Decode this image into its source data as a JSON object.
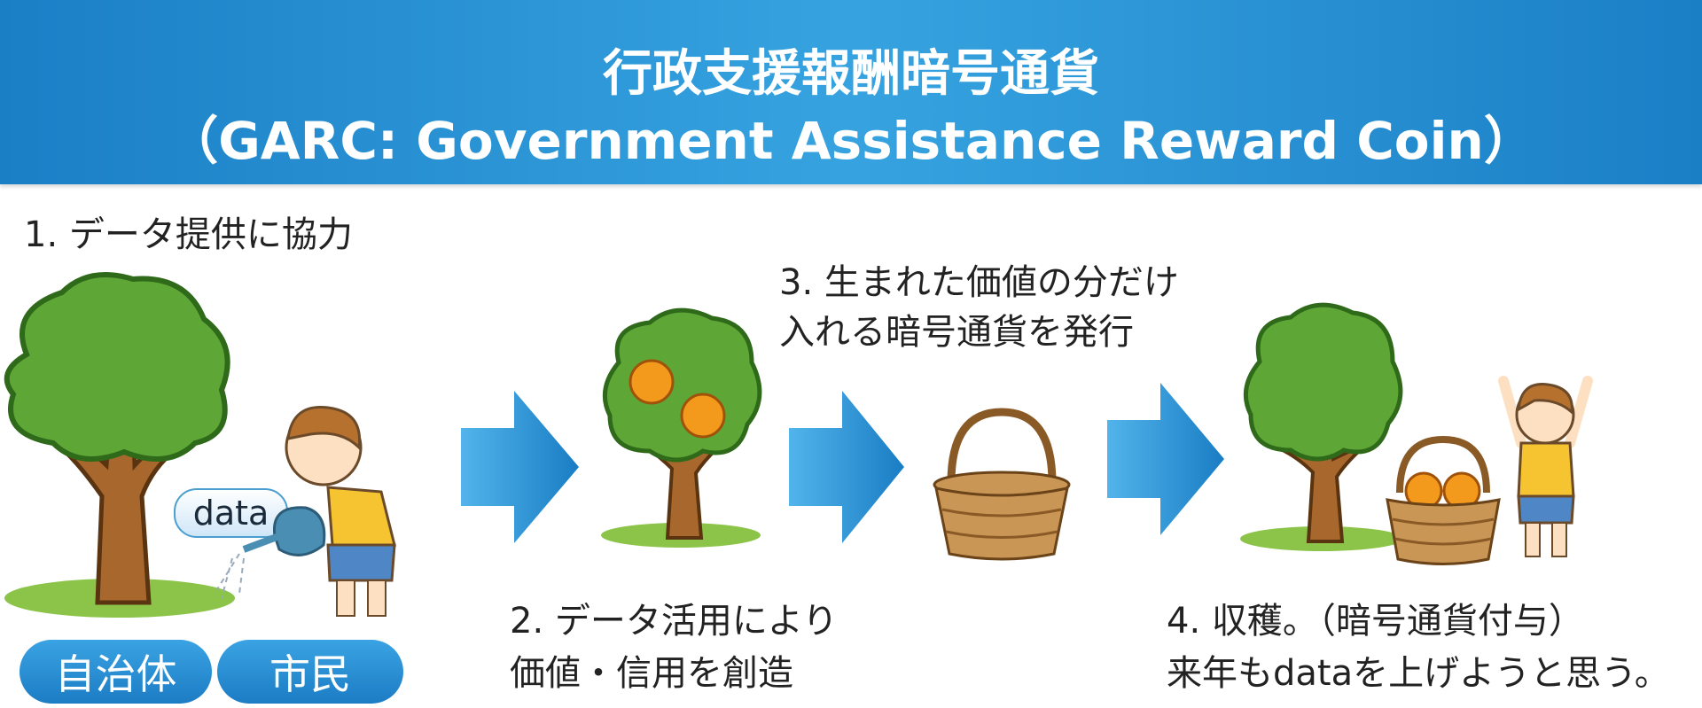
{
  "header": {
    "title": "行政支援報酬暗号通貨",
    "subtitle": "（GARC: Government Assistance Reward Coin）"
  },
  "steps": {
    "step1": "1. データ提供に協力",
    "step2_line1": "2. データ活用により",
    "step2_line2": "価値・信用を創造",
    "step3_line1": "3. 生まれた価値の分だけ",
    "step3_line2": "入れる暗号通貨を発行",
    "step4_line1": "4. 収穫。（暗号通貨付与）",
    "step4_line2": "来年もdataを上げようと思う。"
  },
  "bubble": "data",
  "labels": {
    "municipality": "自治体",
    "citizen": "市民"
  },
  "colors": {
    "header": "#1b7fc6",
    "arrow": "#2a95dc",
    "pill": "#2b8fd6"
  }
}
